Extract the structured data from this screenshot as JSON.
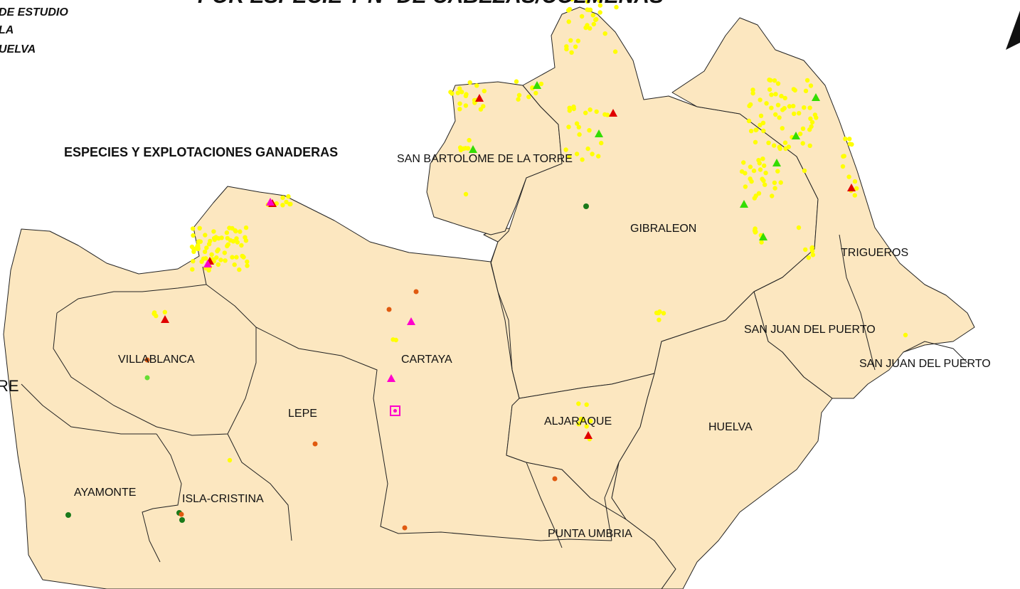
{
  "header": {
    "title": "POR ESPECIE Y Nº DE CABEZAS/COLMENAS",
    "study_area_lines": [
      "DE ESTUDIO",
      "LA",
      "UELVA"
    ]
  },
  "legend": {
    "title": "ESPECIES Y EXPLOTACIONES GANADERAS",
    "partial_label": "RE"
  },
  "municipalities": [
    "SAN BARTOLOME DE LA TORRE",
    "GIBRALEON",
    "TRIGUEROS",
    "SAN JUAN DEL PUERTO",
    "SAN JUAN DEL PUERTO",
    "VILLABLANCA",
    "CARTAYA",
    "LEPE",
    "ALJARAQUE",
    "HUELVA",
    "AYAMONTE",
    "ISLA-CRISTINA",
    "PUNTA UMBRIA"
  ],
  "colors": {
    "land": "#fce7c0",
    "border": "#222222",
    "yellow_dot": "#ffff00",
    "red_triangle": "#e00000",
    "green_triangle": "#33dd00",
    "magenta_triangle": "#ff00cc",
    "dark_green_dot": "#1a7a1a",
    "orange_dot": "#e05a10",
    "light_green_dot": "#66dd33"
  },
  "symbols": [
    "yellow-dot",
    "red-triangle",
    "green-triangle",
    "magenta-triangle",
    "dark-green-dot",
    "orange-dot",
    "light-green-dot",
    "magenta-square"
  ]
}
